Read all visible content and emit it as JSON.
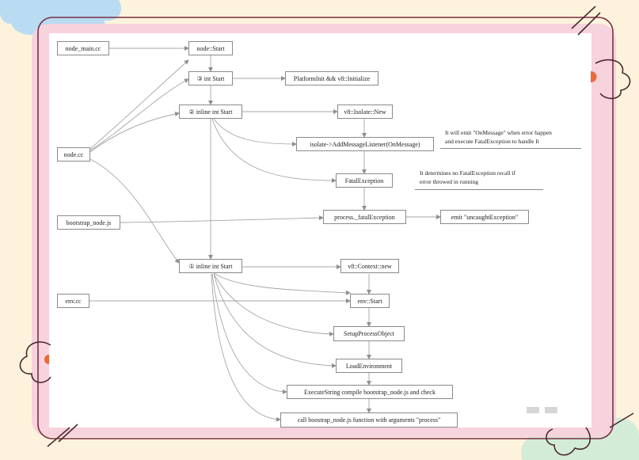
{
  "diagram": {
    "nodes": {
      "node_main_cc": "node_main.cc",
      "node_start": "node::Start",
      "int_start_3": "③ int Start",
      "platform_init": "PlatformInit && v8::Initialize",
      "inline_start_2": "② inline int Start",
      "v8_isolate_new": "v8::Isolate::New",
      "add_message_listener": "isolate->AddMessageListener(OnMessage)",
      "node_cc": "node.cc",
      "fatal_exception": "FatalException",
      "bootstrap_node_js": "bootstrap_node.js",
      "process_fatal_exception": "process._fatalException",
      "emit_uncaught": "emit \"uncaughtException\"",
      "inline_start_1": "① inline int Start",
      "v8_context_new": "v8::Context::new",
      "env_cc": "env.cc",
      "env_start": "env::Start",
      "setup_process_object": "SetupProcessObject",
      "load_environment": "LoadEnvironment",
      "execute_string": "ExecuteString  compile bootstrap_node.js and check",
      "call_bootstrap": "call boostrap_node.js function with arguments \"process\""
    },
    "notes": {
      "on_message_note": "It will emit \"OnMessage\" when error happen\nand execute FatalException to handle It",
      "fatal_note": "It determines no FatalException recall if\nerror throwed in running"
    },
    "colors": {
      "background": "#fdf3dc",
      "pink_frame": "#f6d3dd",
      "maroon_border": "#7a2f45",
      "blue_blob": "#b9dcf2",
      "green_blob": "#d3ecd7",
      "orange_dot": "#ea6a3a",
      "edge": "#9a9a9a",
      "box_border": "#8a8a8a"
    }
  }
}
